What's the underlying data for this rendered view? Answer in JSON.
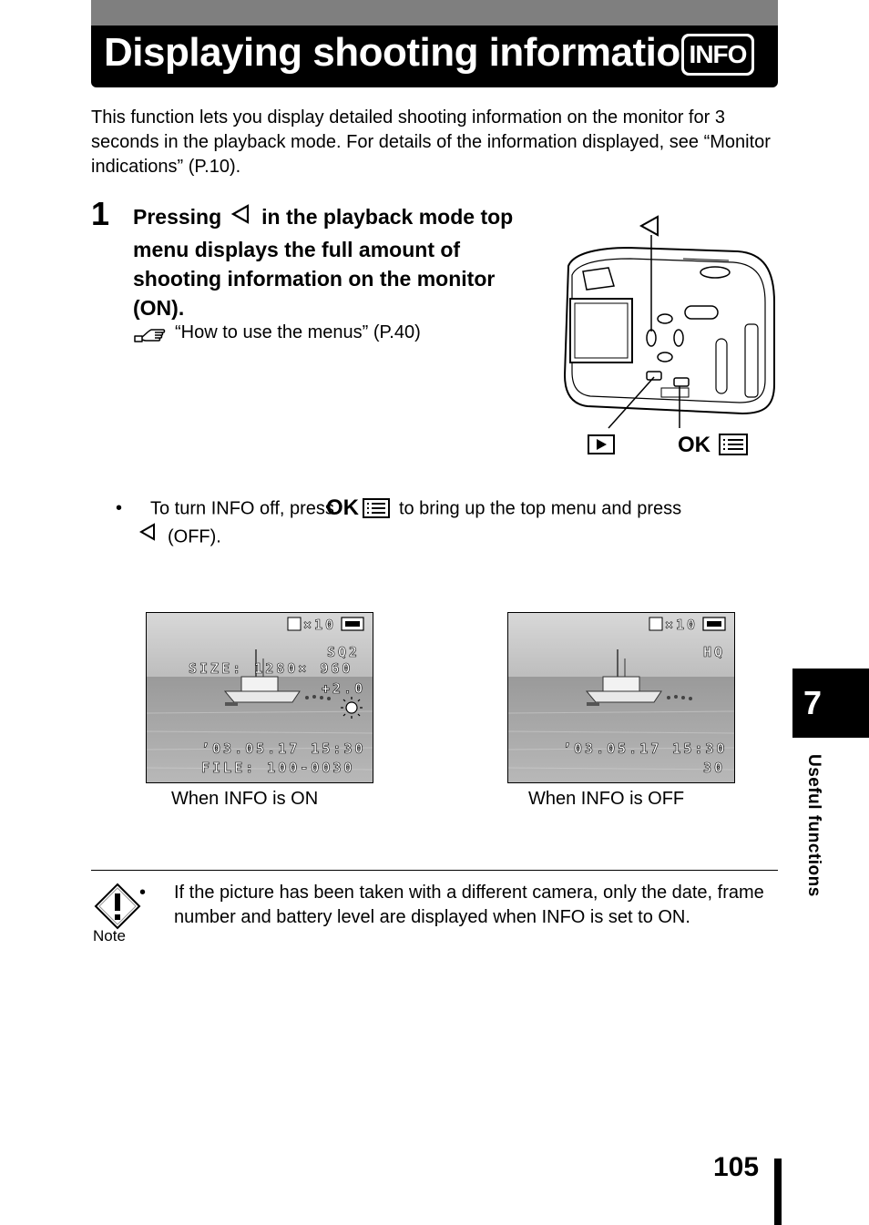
{
  "header": {
    "title": "Displaying shooting information",
    "badge": "INFO"
  },
  "intro": {
    "text": "This function lets you display detailed shooting information on the monitor for 3 seconds in the playback mode. For details of the information displayed, see “Monitor indications” (P.10)."
  },
  "step": {
    "number": "1",
    "text_before": "Pressing",
    "text_after": "in the playback mode top menu displays the full amount of shooting information on the monitor (ON).",
    "reference": "“How to use the menus” (P.40)"
  },
  "camera_figure": {
    "ok_label": "OK"
  },
  "bullet": {
    "text_before": "To turn INFO off, press",
    "ok_label": "OK",
    "text_after": "to bring up the top menu and press",
    "text_end": "(OFF)."
  },
  "screens": {
    "on": {
      "caption": "When INFO is ON",
      "print_count": "×10",
      "quality": "SQ2",
      "size": "SIZE: 1280× 960",
      "exposure": "+2.0",
      "datetime": "’03.05.17  15:30",
      "file": "FILE: 100-0030"
    },
    "off": {
      "caption": "When INFO is OFF",
      "print_count": "×10",
      "quality": "HQ",
      "datetime": "’03.05.17  15:30",
      "frame": "30"
    }
  },
  "note": {
    "label": "Note",
    "text": "If the picture has been taken with a different camera, only the date, frame number and battery level are displayed when INFO is set to ON."
  },
  "sidebar": {
    "chapter_number": "7",
    "chapter_title": "Useful functions"
  },
  "footer": {
    "page_number": "105"
  }
}
